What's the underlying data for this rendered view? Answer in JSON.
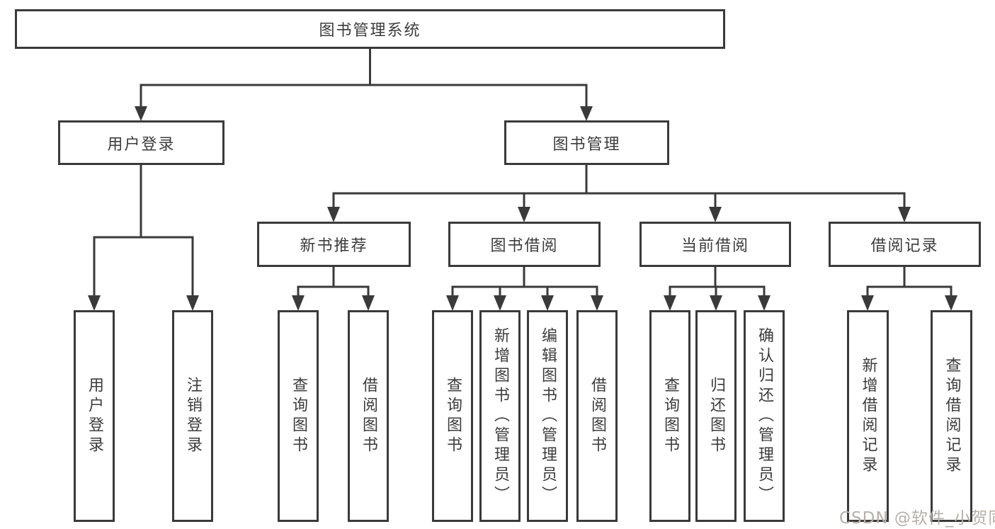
{
  "diagram": {
    "root": {
      "label": "图书管理系统"
    },
    "branches": [
      {
        "label": "用户登录",
        "children": [
          {
            "label": "用户登录"
          },
          {
            "label": "注销登录"
          }
        ]
      },
      {
        "label": "图书管理",
        "children": [
          {
            "label": "新书推荐",
            "children": [
              {
                "label": "查询图书"
              },
              {
                "label": "借阅图书"
              }
            ]
          },
          {
            "label": "图书借阅",
            "children": [
              {
                "label": "查询图书"
              },
              {
                "label": "新增图书（管理员）"
              },
              {
                "label": "编辑图书（管理员）"
              },
              {
                "label": "借阅图书"
              }
            ]
          },
          {
            "label": "当前借阅",
            "children": [
              {
                "label": "查询图书"
              },
              {
                "label": "归还图书"
              },
              {
                "label": "确认归还（管理员）"
              }
            ]
          },
          {
            "label": "借阅记录",
            "children": [
              {
                "label": "新增借阅记录"
              },
              {
                "label": "查询借阅记录"
              }
            ]
          }
        ]
      }
    ]
  },
  "watermark": {
    "text": "CSDN @软件_小贺同学"
  },
  "colors": {
    "line": "#3a3a3a",
    "box_border": "#3a3a3a",
    "text": "#3c3c3c",
    "watermark": "#b6b0aa",
    "background": "#ffffff"
  }
}
